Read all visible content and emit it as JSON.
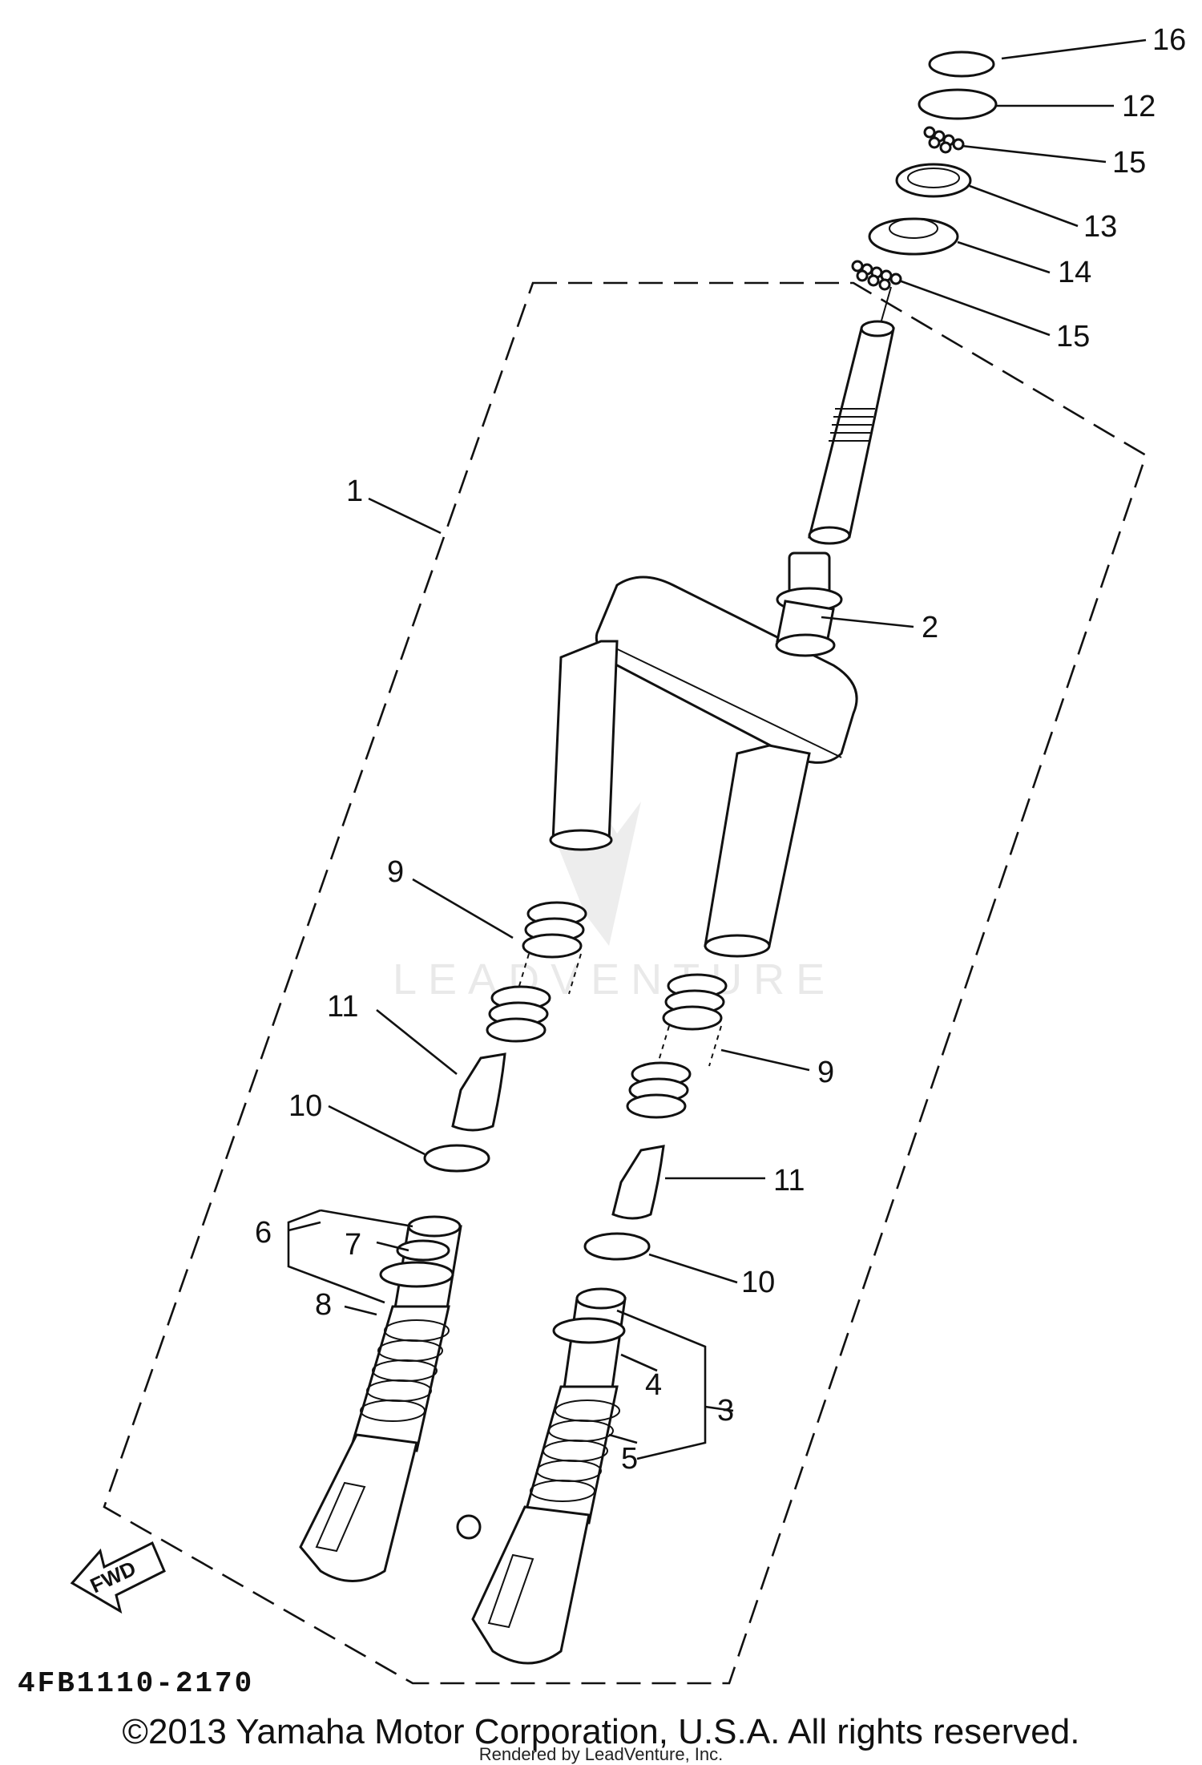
{
  "watermark": "LEADVENTURE",
  "diagram_code": "4FB1110-2170",
  "copyright": "©2013 Yamaha Motor Corporation, U.S.A. All rights reserved.",
  "rendered_by": "Rendered by LeadVenture, Inc.",
  "fwd_label": "FWD",
  "callouts": {
    "c1": "1",
    "c2": "2",
    "c3": "3",
    "c4": "4",
    "c5": "5",
    "c6": "6",
    "c7": "7",
    "c8": "8",
    "c9a": "9",
    "c9b": "9",
    "c10a": "10",
    "c10b": "10",
    "c11a": "11",
    "c11b": "11",
    "c12": "12",
    "c13": "13",
    "c14": "14",
    "c15a": "15",
    "c15b": "15",
    "c16": "16"
  }
}
